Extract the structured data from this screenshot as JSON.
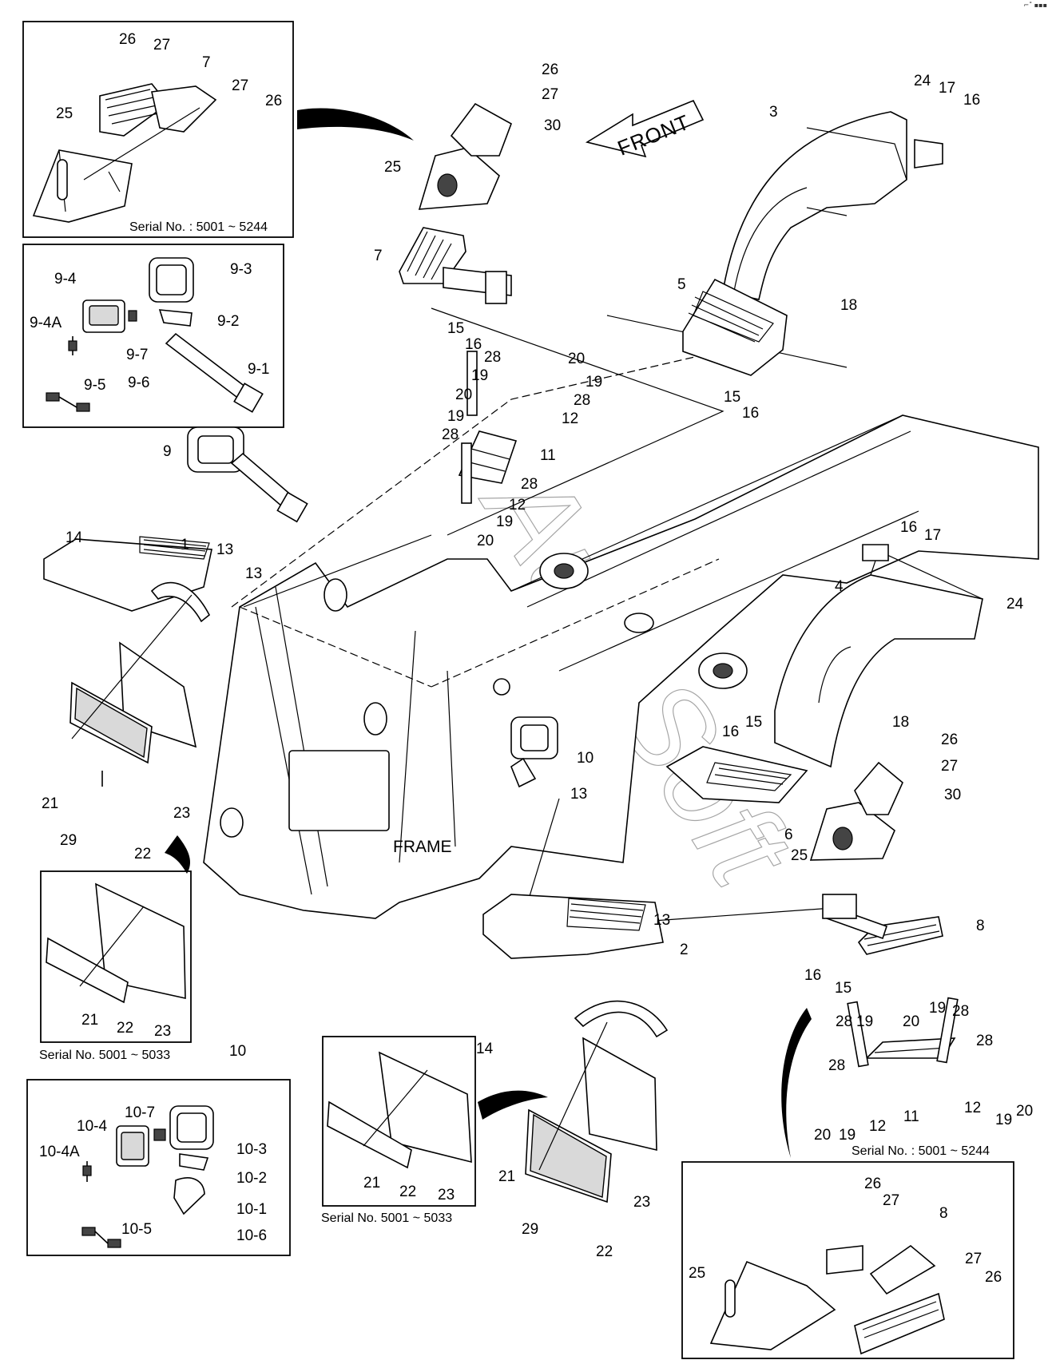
{
  "corner_mark": "⌐˚ ▪▪▪",
  "front_arrow_label": "FRONT",
  "frame_label": "FRAME",
  "watermark": "AutoSoft",
  "serial_notes": {
    "top_left": "Serial No. : 5001 ~ 5244",
    "mid_left": "Serial No. 5001 ~ 5033",
    "mid_center": "Serial No. 5001 ~ 5033",
    "bottom_right": "Serial No. : 5001 ~ 5244"
  },
  "callouts": {
    "c1": "1",
    "c2": "2",
    "c3": "3",
    "c4": "4",
    "c5": "5",
    "c6": "6",
    "c7": "7",
    "c8": "8",
    "c9": "9",
    "c10": "10",
    "c11": "11",
    "c12": "12",
    "c13": "13",
    "c14": "14",
    "c15": "15",
    "c16": "16",
    "c17": "17",
    "c18": "18",
    "c19": "19",
    "c20": "20",
    "c21": "21",
    "c22": "22",
    "c23": "23",
    "c24": "24",
    "c25": "25",
    "c26": "26",
    "c27": "27",
    "c28": "28",
    "c29": "29",
    "c30": "30",
    "c9_1": "9-1",
    "c9_2": "9-2",
    "c9_3": "9-3",
    "c9_4": "9-4",
    "c9_4a": "9-4A",
    "c9_5": "9-5",
    "c9_6": "9-6",
    "c9_7": "9-7",
    "c10_1": "10-1",
    "c10_2": "10-2",
    "c10_3": "10-3",
    "c10_4": "10-4",
    "c10_4a": "10-4A",
    "c10_5": "10-5",
    "c10_6": "10-6",
    "c10_7": "10-7"
  }
}
